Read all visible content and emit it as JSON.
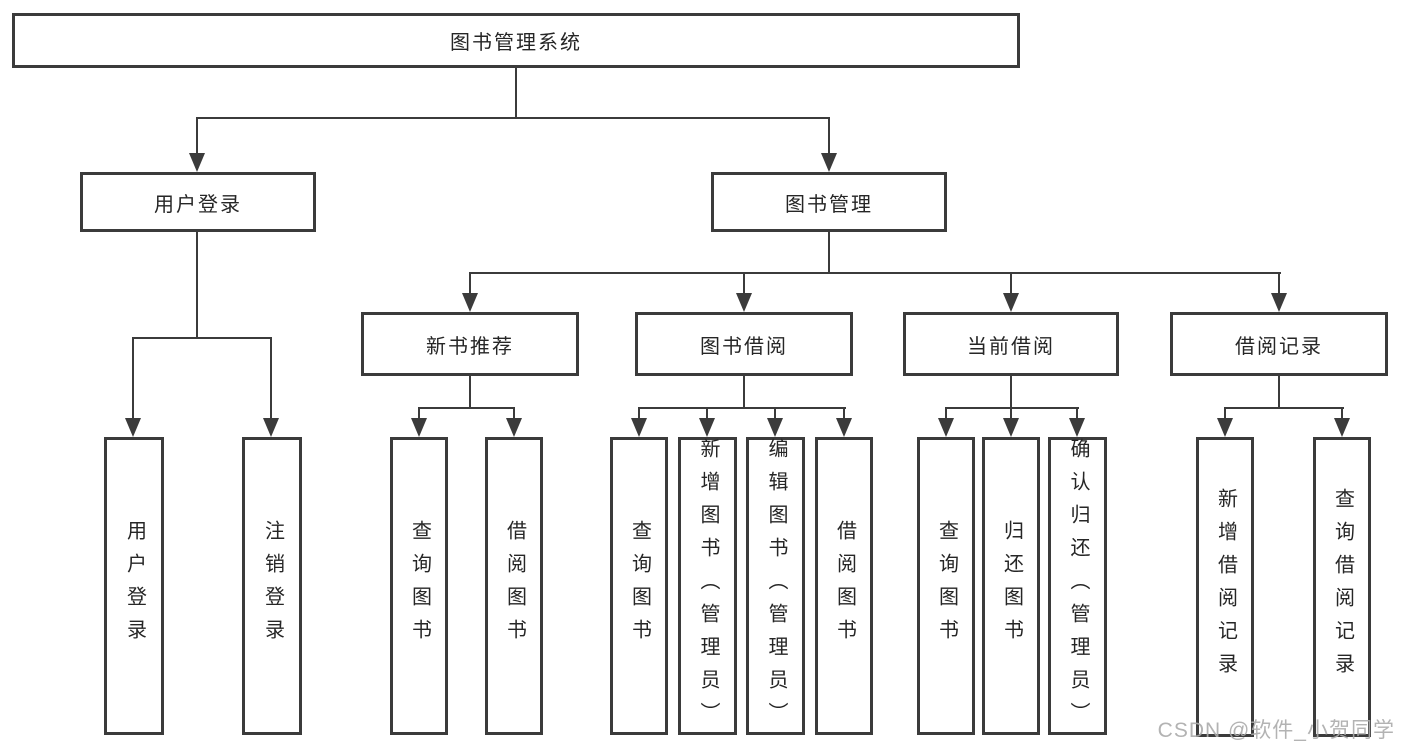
{
  "diagram": {
    "root": {
      "label": "图书管理系统"
    },
    "level2": [
      {
        "label": "用户登录"
      },
      {
        "label": "图书管理"
      }
    ],
    "level3": [
      {
        "label": "新书推荐"
      },
      {
        "label": "图书借阅"
      },
      {
        "label": "当前借阅"
      },
      {
        "label": "借阅记录"
      }
    ],
    "leaves": {
      "user": [
        "用户登录",
        "注销登录"
      ],
      "newbook": [
        "查询图书",
        "借阅图书"
      ],
      "borrow": [
        "查询图书",
        "新增图书（管理员）",
        "编辑图书（管理员）",
        "借阅图书"
      ],
      "current": [
        "查询图书",
        "归还图书",
        "确认归还（管理员）"
      ],
      "records": [
        "新增借阅记录",
        "查询借阅记录"
      ]
    },
    "colors": {
      "line": "#3b3b3b",
      "box_background": "#ffffff",
      "text": "#262626",
      "watermark": "#ababab"
    },
    "watermark": "CSDN @软件_小贺同学"
  }
}
